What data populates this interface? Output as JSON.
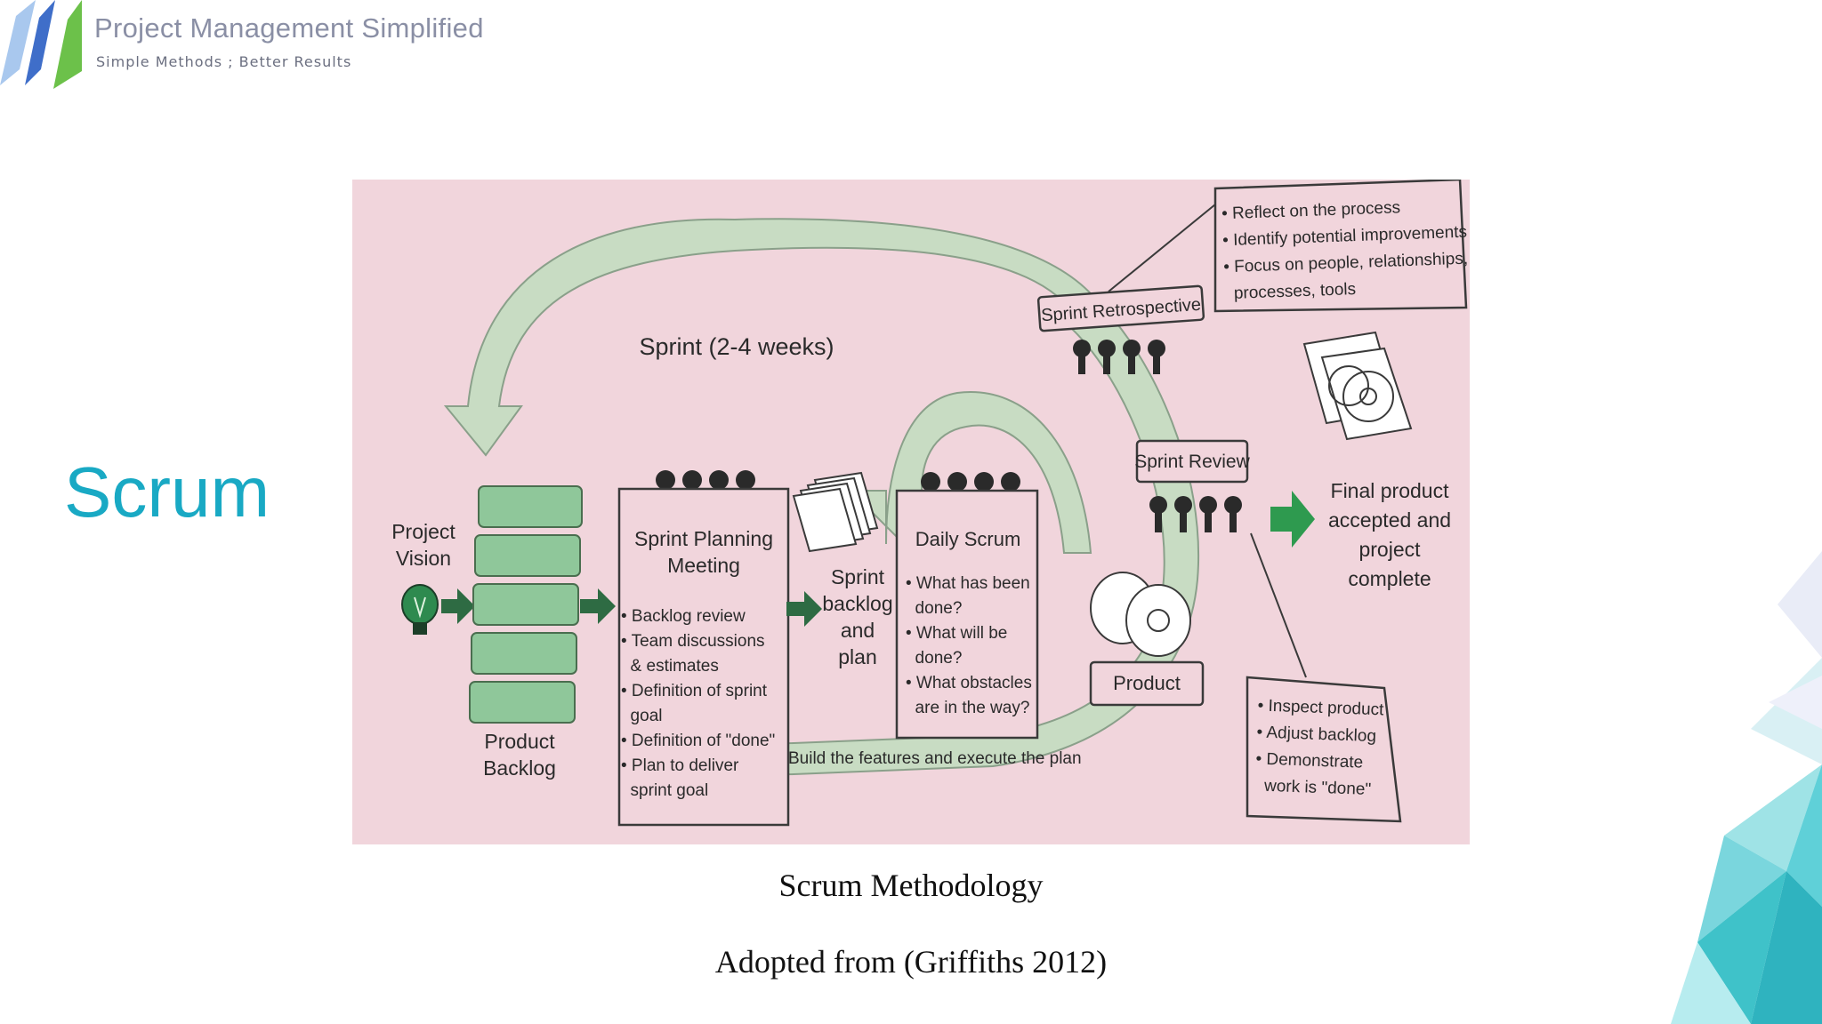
{
  "header": {
    "brand_title": "Project Management Simplified",
    "brand_subtitle": "Simple Methods ; Better Results",
    "colors": {
      "blue": "#3f6ec9",
      "green": "#6cc14a",
      "light_blue": "#a9c8ee"
    }
  },
  "slide": {
    "title": "Scrum",
    "title_color": "#19a9c4"
  },
  "diagram": {
    "sprint_label": "Sprint (2-4 weeks)",
    "project_vision": [
      "Project",
      "Vision"
    ],
    "product_backlog": [
      "Product",
      "Backlog"
    ],
    "sprint_planning": {
      "title": [
        "Sprint Planning",
        "Meeting"
      ],
      "items": [
        "• Backlog review",
        "• Team discussions",
        "  & estimates",
        "• Definition of sprint",
        "  goal",
        "• Definition of \"done\"",
        "• Plan to deliver",
        "  sprint goal"
      ]
    },
    "sprint_backlog": [
      "Sprint",
      "backlog",
      "and",
      "plan"
    ],
    "daily_scrum": {
      "title": "Daily Scrum",
      "items": [
        "• What has been",
        "  done?",
        "• What will be",
        "  done?",
        "• What obstacles",
        "  are in the way?"
      ]
    },
    "build_label": "Build the features and execute the plan",
    "sprint_retrospective": "Sprint Retrospective",
    "retrospective_notes": [
      "• Reflect on the process",
      "• Identify potential improvements",
      "• Focus on people, relationships,",
      "  processes, tools"
    ],
    "sprint_review": "Sprint Review",
    "review_notes": [
      "• Inspect product",
      "• Adjust backlog",
      "• Demonstrate",
      "  work is \"done\""
    ],
    "product_label": "Product",
    "final_product": [
      "Final product",
      "accepted and",
      "project",
      "complete"
    ],
    "colors": {
      "background": "#f1d5dc",
      "arrow_green": "#c8dcc3",
      "box_green": "#8fc79a",
      "dark_arrow": "#2e6b43",
      "box_border": "#3a3a3a"
    }
  },
  "captions": {
    "title": "Scrum Methodology",
    "source": "Adopted from (Griffiths 2012)"
  }
}
